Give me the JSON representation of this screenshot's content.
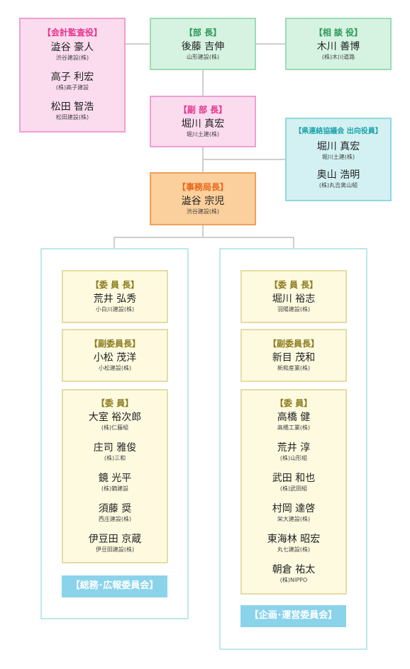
{
  "auditors": {
    "title": "【会計監査役】",
    "people": [
      {
        "name": "澁谷 豪人",
        "company": "渋谷建設(株)"
      },
      {
        "name": "高子 利宏",
        "company": "(株)高子建設"
      },
      {
        "name": "松田 智浩",
        "company": "松田建設(株)"
      }
    ]
  },
  "chairman": {
    "title": "【部 長】",
    "name": "後藤 吉伸",
    "company": "山形建設(株)"
  },
  "advisor": {
    "title": "【相 談 役】",
    "name": "木川 善博",
    "company": "(株)木川道路"
  },
  "vice_chairman": {
    "title": "【副 部 長】",
    "name": "堀川 真宏",
    "company": "堀川土建(株)"
  },
  "liaison": {
    "title": "【県連絡協議会 出向役員】",
    "people": [
      {
        "name": "堀川 真宏",
        "company": "堀川土建(株)"
      },
      {
        "name": "奥山 浩明",
        "company": "(株)丸吉奥山組"
      }
    ]
  },
  "secretary": {
    "title": "【事務局長】",
    "name": "澁谷 宗児",
    "company": "渋谷建設(株)"
  },
  "committees": [
    {
      "label": "【総務･広報委員会】",
      "chair": {
        "title": "【委 員 長】",
        "name": "荒井 弘秀",
        "company": "小白川建設(株)"
      },
      "vice": {
        "title": "【副委員長】",
        "name": "小松 茂洋",
        "company": "小松建設(株)"
      },
      "members": {
        "title": "【委 員】",
        "people": [
          {
            "name": "大室 裕次郎",
            "company": "(株)仁藤組"
          },
          {
            "name": "庄司 雅俊",
            "company": "(株)三和"
          },
          {
            "name": "鏡 光平",
            "company": "(株)鏑建設"
          },
          {
            "name": "須藤 奨",
            "company": "西庄建設(株)"
          },
          {
            "name": "伊豆田 京蔵",
            "company": "伊豆田建設(株)"
          }
        ]
      }
    },
    {
      "label": "【企画･運営委員会】",
      "chair": {
        "title": "【委 員 長】",
        "name": "堀川 裕志",
        "company": "羽陽建設(株)"
      },
      "vice": {
        "title": "【副委員長】",
        "name": "新目 茂和",
        "company": "新和産業(株)"
      },
      "members": {
        "title": "【委 員】",
        "people": [
          {
            "name": "高橋 健",
            "company": "高橋工業(株)"
          },
          {
            "name": "荒井 淳",
            "company": "(株)山形組"
          },
          {
            "name": "武田 和也",
            "company": "(株)武田組"
          },
          {
            "name": "村岡 達啓",
            "company": "栄大建設(株)"
          },
          {
            "name": "東海林 昭宏",
            "company": "丸七建設(株)"
          },
          {
            "name": "朝倉 祐太",
            "company": "(株)NIPPO"
          }
        ]
      }
    }
  ]
}
